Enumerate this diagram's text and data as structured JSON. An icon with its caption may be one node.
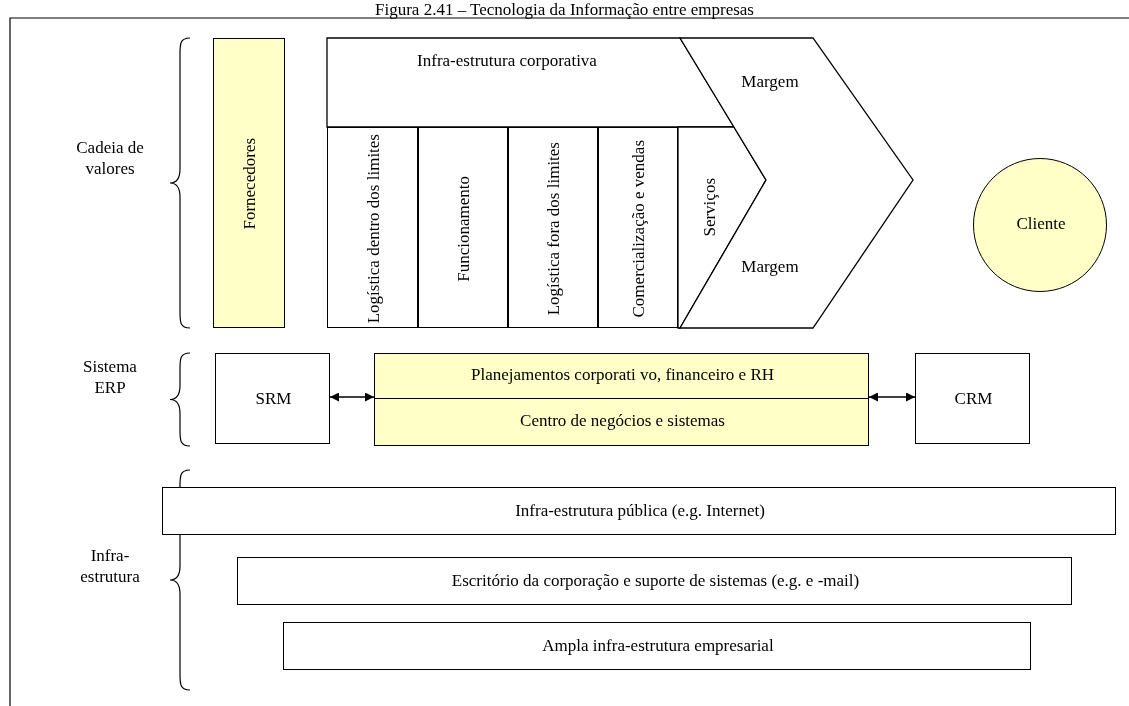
{
  "diagram": {
    "title": "Figura 2.41 – Tecnologia da Informação entre empresas",
    "nodes": [
      {
        "text": [
          "Fornecedores"
        ]
      },
      {
        "text": [
          "Infra-estrutura corporativa"
        ]
      },
      {
        "text": [
          "Logística dentro dos limites"
        ]
      },
      {
        "text": [
          "Funcionamento"
        ]
      },
      {
        "text": [
          "Logística fora dos limites"
        ]
      },
      {
        "text": [
          "Comercialização e vendas"
        ]
      },
      {
        "text": [
          "Serviços"
        ]
      },
      {
        "text": [
          "Margem",
          "Margem"
        ]
      },
      {
        "text": [
          "Cliente"
        ]
      },
      {
        "text": [
          "SRM"
        ]
      },
      {
        "text": [
          "Planejamentos corporati vo, financeiro e RH",
          "Centro de negócios e sistemas"
        ]
      },
      {
        "text": [
          "CRM"
        ]
      },
      {
        "text": [
          "Infra-estrutura pública (e.g. Internet)"
        ]
      },
      {
        "text": [
          "Escritório da corporação e suporte de sistemas (e.g. e -mail)"
        ]
      },
      {
        "text": [
          "Ampla infra-estrutura empresarial"
        ]
      }
    ],
    "edges": [
      {
        "from": 9,
        "to": 10,
        "arrow": "both"
      },
      {
        "from": 10,
        "to": 11,
        "arrow": "both"
      }
    ],
    "labels": [
      "Cadeia de valores",
      "Sistema ERP",
      "Infra-estrutura"
    ]
  }
}
